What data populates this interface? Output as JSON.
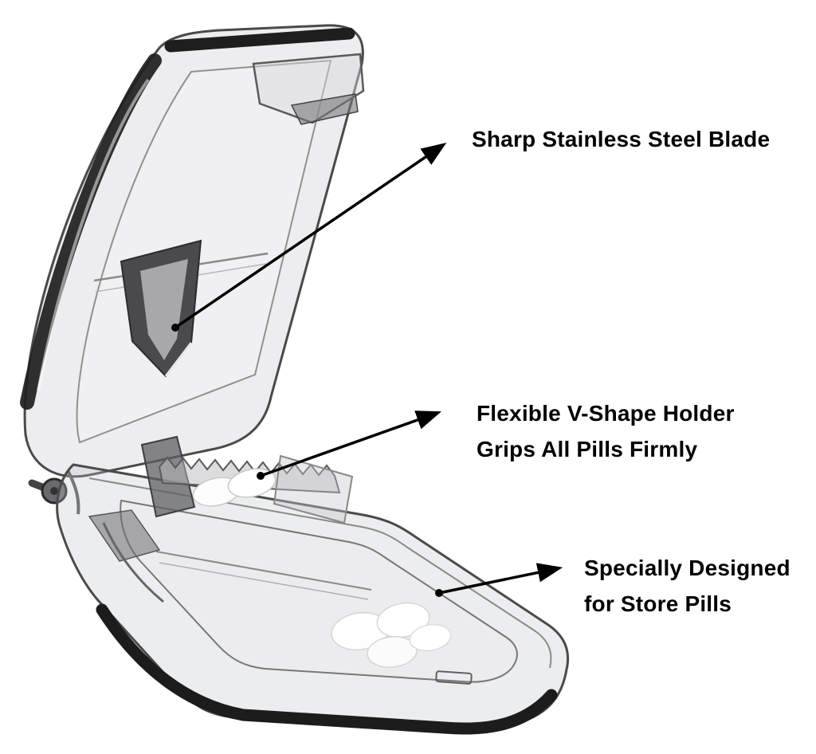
{
  "annotations": {
    "blade": {
      "text": "Sharp Stainless Steel Blade"
    },
    "holder": {
      "line1": "Flexible V-Shape Holder",
      "line2": "Grips All Pills Firmly"
    },
    "storage": {
      "line1": "Specially Designed",
      "line2": "for Store Pills"
    }
  },
  "colors": {
    "background": "#ffffff",
    "text": "#000000",
    "arrow": "#000000",
    "plastic_edge": "#1e1e1e",
    "plastic_outline": "#4a4a4a",
    "pill": "#ffffff"
  }
}
